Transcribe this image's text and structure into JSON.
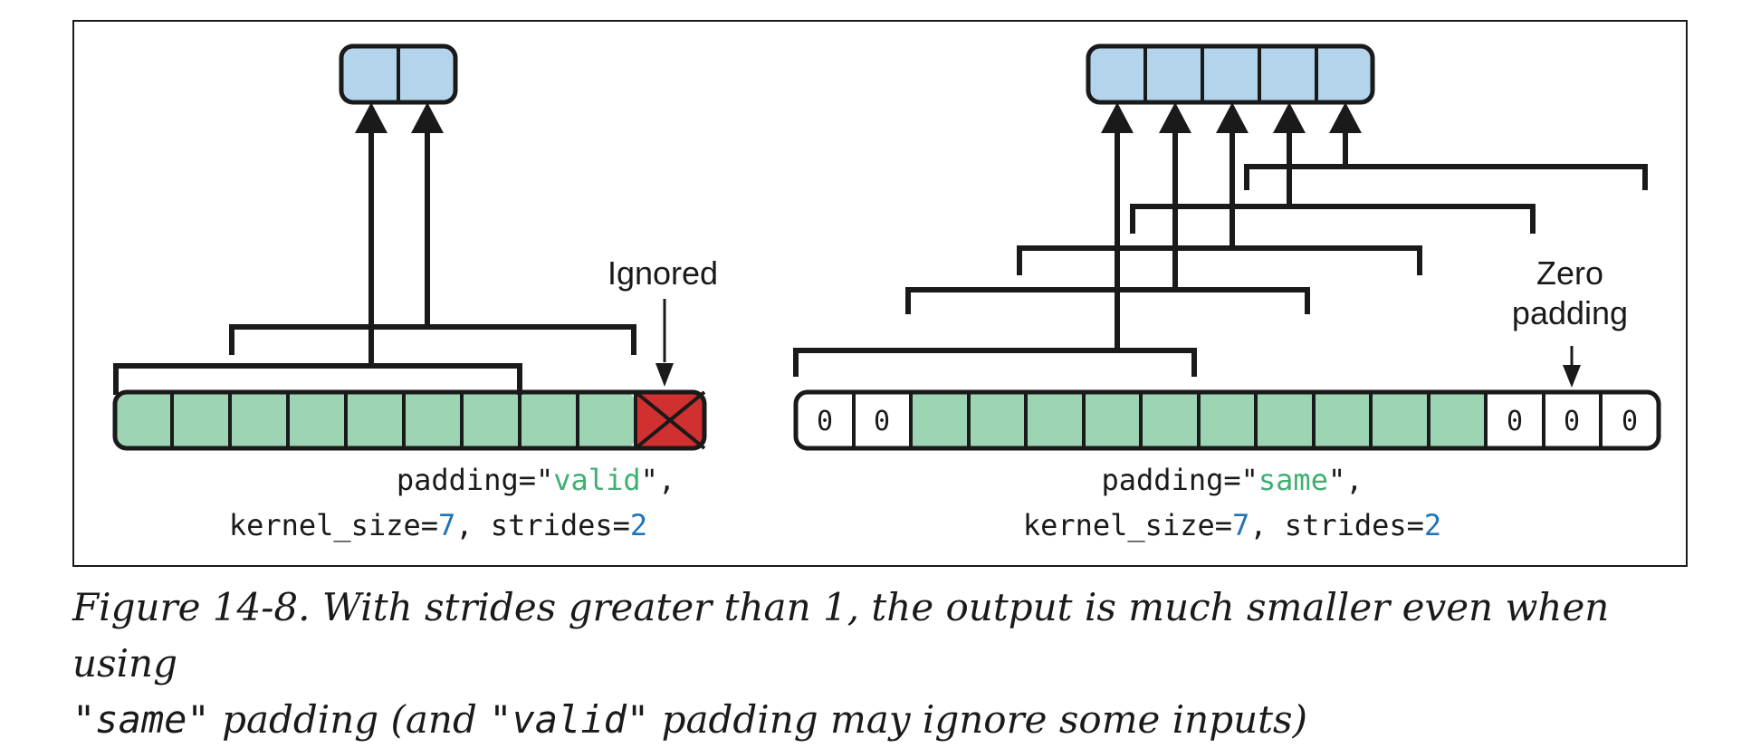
{
  "left_panel": {
    "output_cell_count": 2,
    "input_cell_count": 10,
    "ignored_cell_count": 1,
    "annotation": "Ignored",
    "code_line1": {
      "prefix": "padding=\"",
      "value": "valid",
      "suffix": "\","
    },
    "code_line2": {
      "prefix": "kernel_size=",
      "kernel": "7",
      "middle": ", strides=",
      "strides": "2"
    }
  },
  "right_panel": {
    "output_cell_count": 5,
    "padding_left_zeros": [
      "0",
      "0"
    ],
    "input_cell_count": 10,
    "padding_right_zeros": [
      "0",
      "0",
      "0"
    ],
    "annotation_line1": "Zero",
    "annotation_line2": "padding",
    "code_line1": {
      "prefix": "padding=\"",
      "value": "same",
      "suffix": "\","
    },
    "code_line2": {
      "prefix": "kernel_size=",
      "kernel": "7",
      "middle": ", strides=",
      "strides": "2"
    }
  },
  "caption": {
    "line1": "Figure 14-8. With strides greater than 1, the output is much smaller even when using",
    "line2_q1": "\"same\"",
    "line2_mid": " padding (and ",
    "line2_q2": "\"valid\"",
    "line2_end": " padding may ignore some inputs)"
  },
  "colors": {
    "input_cell": "#9dd4b4",
    "output_cell": "#b4d4ec",
    "ignored_cell": "#d0302f",
    "code_value": "#3faf72",
    "code_number": "#1f74b5"
  }
}
